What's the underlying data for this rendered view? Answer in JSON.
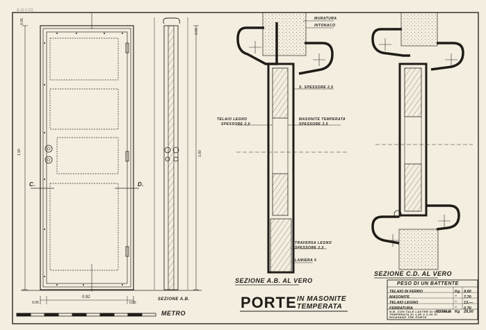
{
  "stamp": "A-10 4 211",
  "title": {
    "main": "PORTE",
    "line1": "IN MASONITE",
    "line2": "TEMPERATA"
  },
  "scale_label": "METRO",
  "section_labels": {
    "elevation_left": "C.",
    "elevation_right": "D.",
    "side_section": "SEZIONE A.B.",
    "section_ab": "SEZIONE A.B. AL VERO",
    "section_cd": "SEZIONE C.D. AL VERO"
  },
  "dimensions": {
    "height": "1.90",
    "height_side": "1.90",
    "width_total": "0.92",
    "jamb_left": "0.05",
    "jamb_right": "0.05",
    "top_left": "0.05",
    "top_side": "0.05"
  },
  "annotations": {
    "muratura": "MURATURA",
    "intonaco": "INTONACO",
    "spessore_top": "S. SPESSORE 2,5",
    "telaio": "TELAIO LEGNO",
    "telaio_spessore": "SPESSORE 2,0",
    "masonite": "MASONITE TEMPERATA",
    "masonite_spessore": "SPESSORE 3,5",
    "traversa": "TRAVERSA LEGNO",
    "traversa_spessore": "SPESSORE 2,5",
    "lamiera": "LAMIERA 5"
  },
  "weight_table": {
    "header": "PESO DI UN BATTENTE",
    "rows": [
      {
        "label": "TELAIO IN FERRO",
        "unit": "Kg",
        "value": "9,60"
      },
      {
        "label": "MASONITE",
        "unit": "\"",
        "value": "7,70"
      },
      {
        "label": "TELAIO LEGNO",
        "unit": "\"",
        "value": "13,—"
      },
      {
        "label": "FERRATURA",
        "unit": "\"",
        "value": "0,70"
      }
    ],
    "total_label": "TOTALE",
    "total_unit": "Kg",
    "total_value": "29,50",
    "note_line1": "N.B. CON TALE LASTRE DI MASONITE",
    "note_line2": "TEMPERATA DI 1,80 X 2,00 SI",
    "note_line3": "RICAVANO TRE PORTE"
  }
}
